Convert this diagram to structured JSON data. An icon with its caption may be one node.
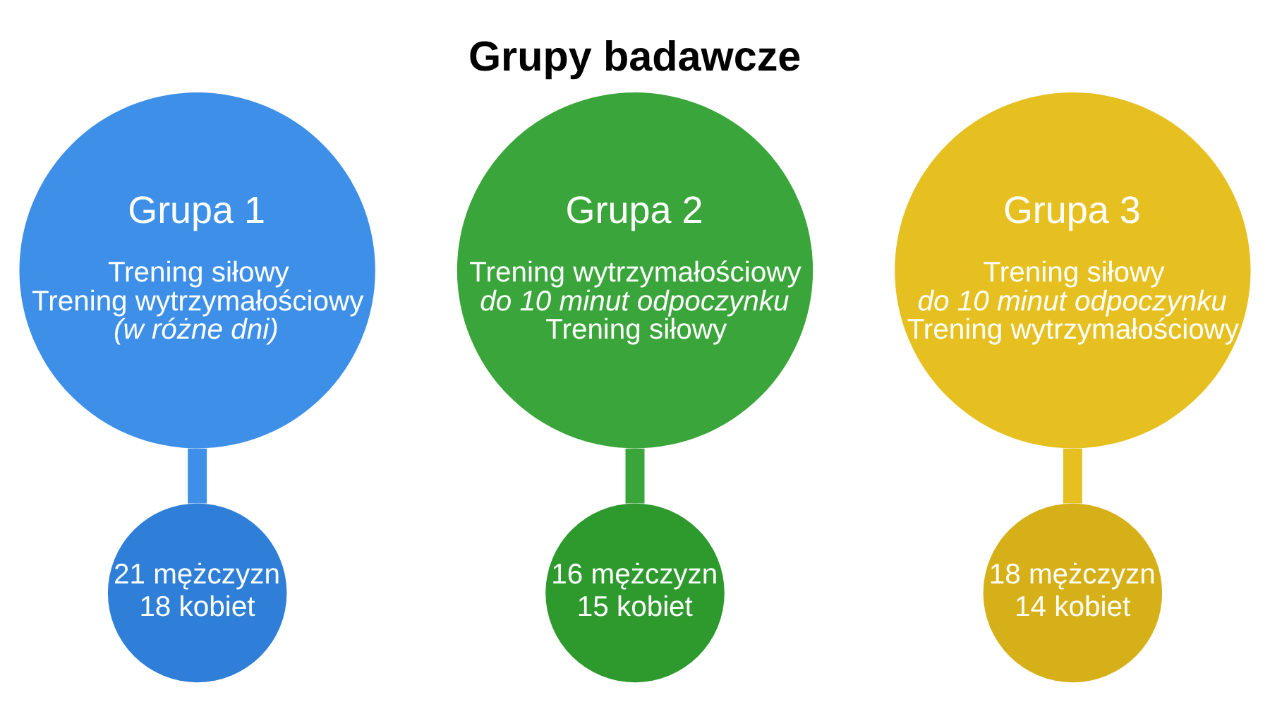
{
  "diagram": {
    "title": "Grupy badawcze",
    "nodes": [
      {
        "text": [
          "Grupa 1",
          "Trening siłowy",
          "Trening wytrzymałościowy",
          "(w różne dni)"
        ]
      },
      {
        "text": [
          "Grupa 2",
          "Trening wytrzymałościowy",
          "do 10 minut odpoczynku",
          "Trening siłowy"
        ]
      },
      {
        "text": [
          "Grupa 3",
          "Trening siłowy",
          "do 10 minut odpoczynku",
          "Trening wytrzymałościowy"
        ]
      },
      {
        "text": [
          "21 mężczyzn",
          "18 kobiet"
        ]
      },
      {
        "text": [
          "16 mężczyzn",
          "15 kobiet"
        ]
      },
      {
        "text": [
          "18 mężczyzn",
          "14 kobiet"
        ]
      }
    ],
    "edges": [
      {
        "from": 0,
        "to": 3,
        "arrow": "none",
        "color": "#3d8fe8"
      },
      {
        "from": 1,
        "to": 4,
        "arrow": "none",
        "color": "#3aa53a"
      },
      {
        "from": 2,
        "to": 5,
        "arrow": "none",
        "color": "#e6c020"
      }
    ]
  }
}
